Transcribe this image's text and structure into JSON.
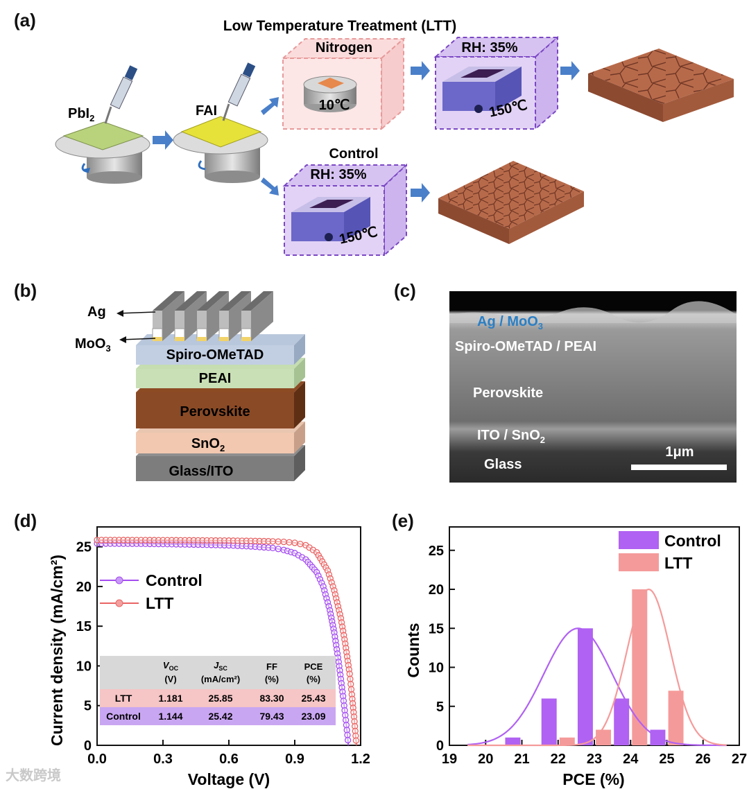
{
  "panel_labels": [
    "(a)",
    "(b)",
    "(c)",
    "(d)",
    "(e)"
  ],
  "panel_a": {
    "title": "Low Temperature Treatment (LTT)",
    "step1_label": "PbI2",
    "step2_label": "FAI",
    "nitrogen_label": "Nitrogen",
    "nitrogen_temp": "10℃",
    "rh_label_top": "RH: 35%",
    "anneal_temp_top": "150℃",
    "control_label": "Control",
    "rh_label_bottom": "RH: 35%",
    "anneal_temp_bottom": "150℃"
  },
  "panel_b": {
    "ag_label": "Ag",
    "moo3_label": "MoO3",
    "layers": [
      "Spiro-OMeTAD",
      "PEAI",
      "Perovskite",
      "SnO2",
      "Glass/ITO"
    ]
  },
  "panel_c": {
    "labels": [
      "Ag / MoO3",
      "Spiro-OMeTAD / PEAI",
      "Perovskite",
      "ITO / SnO2",
      "Glass"
    ],
    "scale_bar": "1μm"
  },
  "watermark": "大数跨境",
  "chart_data": [
    {
      "type": "line",
      "xlabel": "Voltage (V)",
      "ylabel": "Current density (mA/cm²)",
      "xlim": [
        0,
        1.2
      ],
      "ylim": [
        0,
        27.5
      ],
      "xticks": [
        "0.0",
        "0.3",
        "0.6",
        "0.9",
        "1.2"
      ],
      "yticks": [
        "0",
        "5",
        "10",
        "15",
        "20",
        "25"
      ],
      "legend_position": "upper-left",
      "colors": {
        "Control": "#a44df0",
        "LTT": "#e96464"
      },
      "series": [
        {
          "name": "Control",
          "x": [
            0,
            0.1,
            0.2,
            0.3,
            0.4,
            0.5,
            0.6,
            0.7,
            0.8,
            0.85,
            0.9,
            0.95,
            1.0,
            1.03,
            1.06,
            1.08,
            1.1,
            1.12,
            1.13,
            1.14,
            1.144
          ],
          "y": [
            25.42,
            25.4,
            25.38,
            25.35,
            25.3,
            25.25,
            25.18,
            25.05,
            24.85,
            24.6,
            24.2,
            23.4,
            21.8,
            20.0,
            17.0,
            14.2,
            10.5,
            6.2,
            3.8,
            1.3,
            0
          ]
        },
        {
          "name": "LTT",
          "x": [
            0,
            0.1,
            0.2,
            0.3,
            0.4,
            0.5,
            0.6,
            0.7,
            0.8,
            0.85,
            0.9,
            0.95,
            1.0,
            1.05,
            1.08,
            1.11,
            1.13,
            1.15,
            1.16,
            1.17,
            1.181
          ],
          "y": [
            25.85,
            25.85,
            25.84,
            25.83,
            25.82,
            25.8,
            25.78,
            25.74,
            25.68,
            25.62,
            25.5,
            25.2,
            24.3,
            22.0,
            19.5,
            16.0,
            12.8,
            9.0,
            6.4,
            3.6,
            0
          ]
        }
      ],
      "table": {
        "headers": [
          [
            "V",
            "OC",
            "(V)"
          ],
          [
            "J",
            "SC",
            "(mA/cm²)"
          ],
          [
            "FF",
            "",
            "(%)"
          ],
          [
            "PCE",
            "",
            "(%)"
          ]
        ],
        "rows": [
          {
            "label": "LTT",
            "values": [
              "1.181",
              "25.85",
              "83.30",
              "25.43"
            ]
          },
          {
            "label": "Control",
            "values": [
              "1.144",
              "25.42",
              "79.43",
              "23.09"
            ]
          }
        ]
      }
    },
    {
      "type": "bar",
      "xlabel": "PCE (%)",
      "ylabel": "Counts",
      "xlim": [
        19,
        27
      ],
      "ylim": [
        0,
        28
      ],
      "xticks": [
        "19",
        "20",
        "21",
        "22",
        "23",
        "24",
        "25",
        "26",
        "27"
      ],
      "yticks": [
        "0",
        "5",
        "10",
        "15",
        "20",
        "25"
      ],
      "legend_position": "top-right",
      "colors": {
        "Control": "#b062f2",
        "LTT": "#f59a9a"
      },
      "series": [
        {
          "name": "Control",
          "bins": [
            20.75,
            21.75,
            22.75,
            23.75,
            24.75
          ],
          "values": [
            1,
            6,
            15,
            6,
            2
          ],
          "fit_mean": 22.55,
          "fit_peak": 15,
          "fit_sigma": 0.95
        },
        {
          "name": "LTT",
          "bins": [
            22.25,
            23.25,
            24.25,
            25.25
          ],
          "values": [
            1,
            2,
            20,
            7
          ],
          "fit_mean": 24.5,
          "fit_peak": 20,
          "fit_sigma": 0.6
        }
      ]
    }
  ]
}
